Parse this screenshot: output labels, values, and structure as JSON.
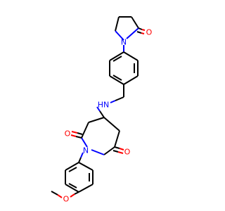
{
  "molecule": {
    "atoms": {
      "o_lactam": "O",
      "n_lactam": "N",
      "nh": "HN",
      "o_dione_top": "O",
      "n_imide": "N",
      "o_dione_bottom": "O",
      "o_methoxy": "O"
    },
    "colors": {
      "carbon": "#000000",
      "nitrogen": "#0000ff",
      "oxygen": "#ff0000",
      "background": "#ffffff"
    }
  }
}
